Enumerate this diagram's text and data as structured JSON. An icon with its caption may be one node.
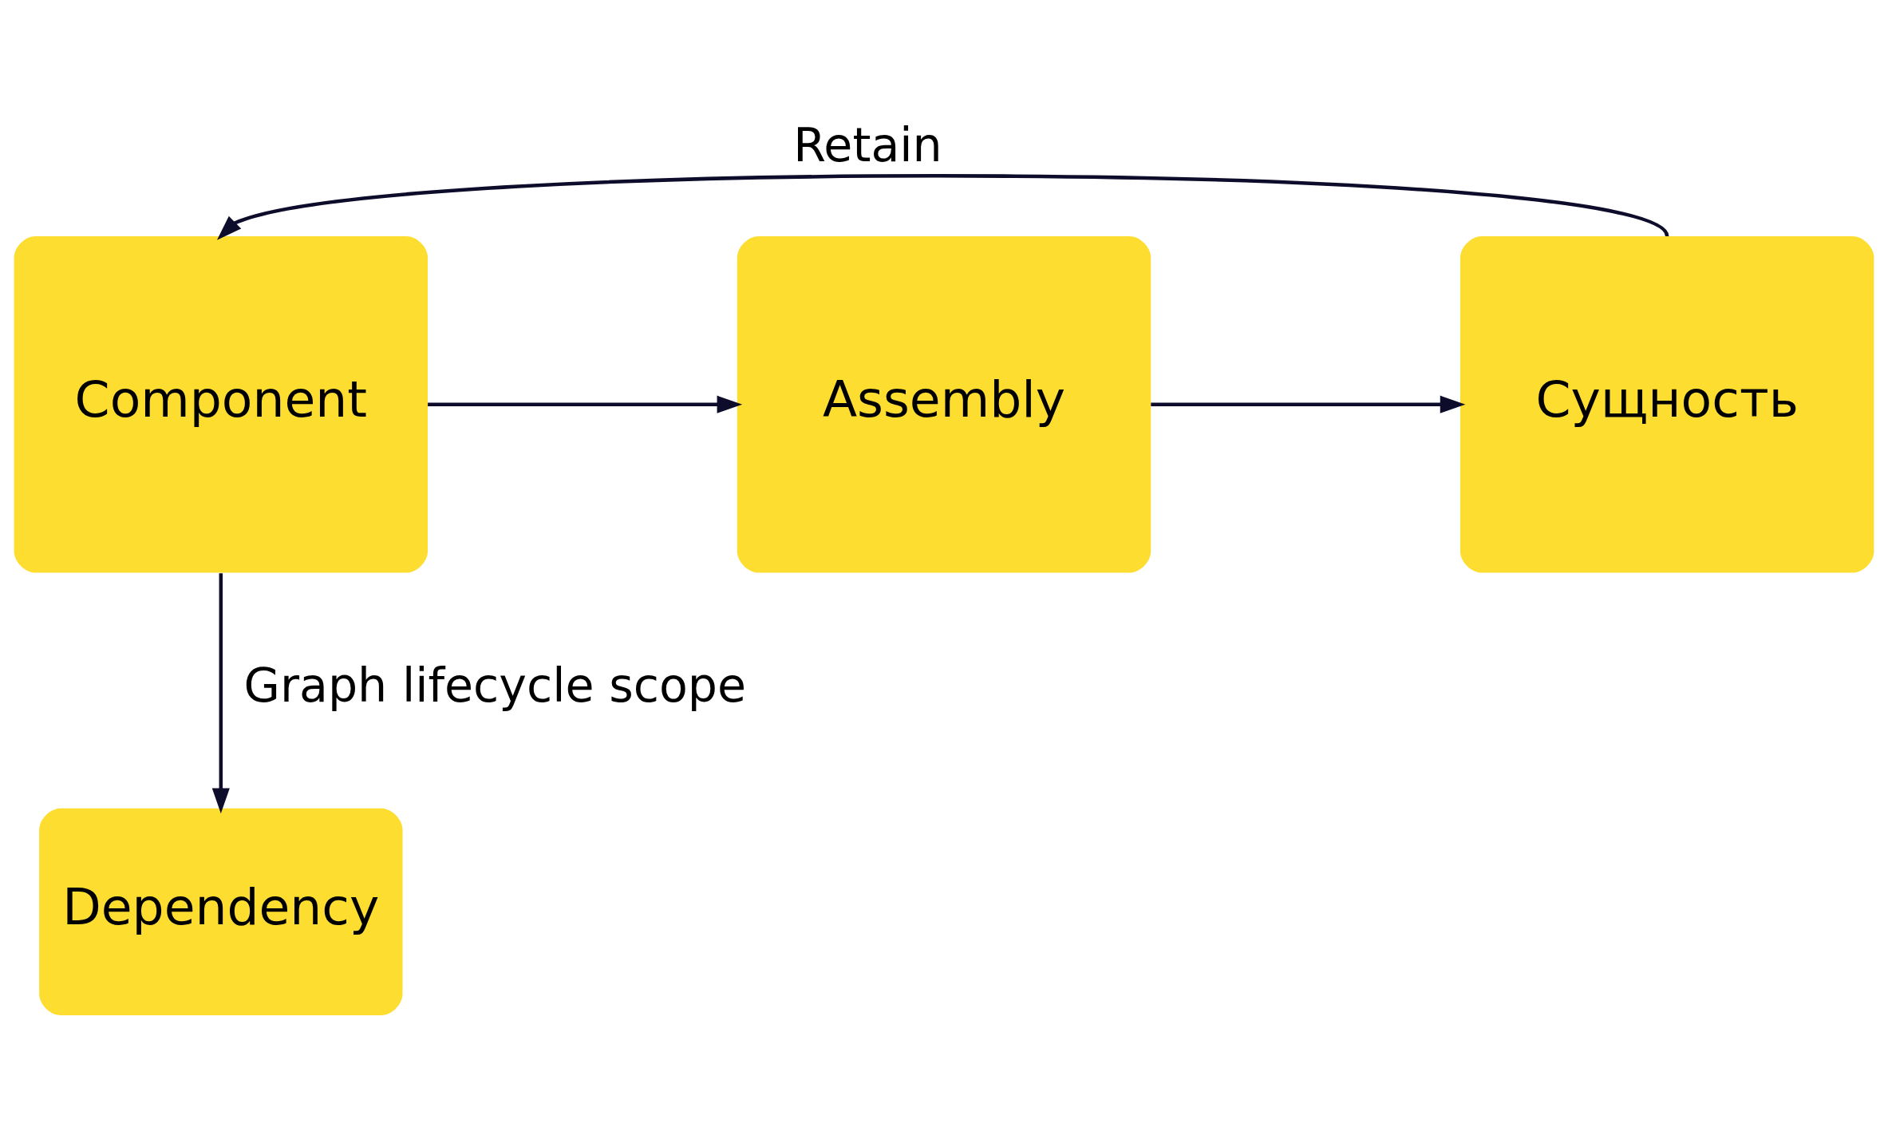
{
  "diagram": {
    "nodes": [
      {
        "text": [
          "Component"
        ]
      },
      {
        "text": [
          "Assembly"
        ]
      },
      {
        "text": [
          "Сущность"
        ]
      },
      {
        "text": [
          "Dependency"
        ]
      }
    ],
    "edges": [
      {
        "from": 0,
        "to": 1,
        "arrow": "to"
      },
      {
        "from": 1,
        "to": 2,
        "arrow": "to"
      },
      {
        "from": 2,
        "to": 0,
        "arrow": "to",
        "label": "Retain"
      },
      {
        "from": 0,
        "to": 3,
        "arrow": "to",
        "label": "Graph lifecycle scope"
      }
    ]
  }
}
